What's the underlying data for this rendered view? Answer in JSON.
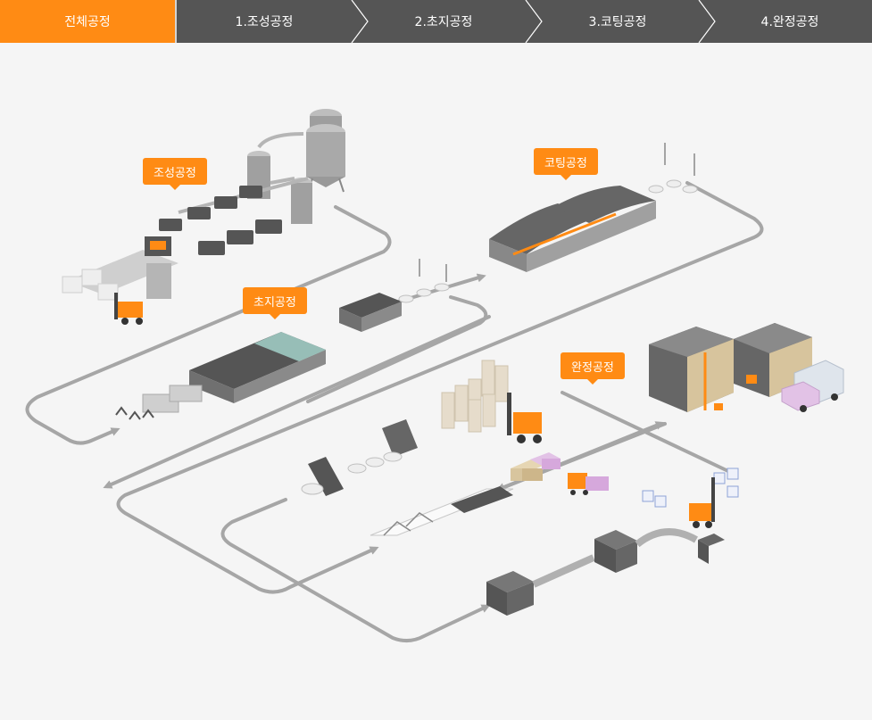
{
  "tabs": [
    {
      "label": "전체공정",
      "active": true
    },
    {
      "label": "1.조성공정",
      "active": false
    },
    {
      "label": "2.초지공정",
      "active": false
    },
    {
      "label": "3.코팅공정",
      "active": false
    },
    {
      "label": "4.완정공정",
      "active": false
    }
  ],
  "callouts": {
    "composition": "조성공정",
    "papermaking": "초지공정",
    "coating": "코팅공정",
    "finishing": "완정공정"
  },
  "colors": {
    "accent": "#ff8b14",
    "tab_bg": "#555555",
    "flow_line": "#a6a6a6",
    "background": "#f5f5f5"
  }
}
